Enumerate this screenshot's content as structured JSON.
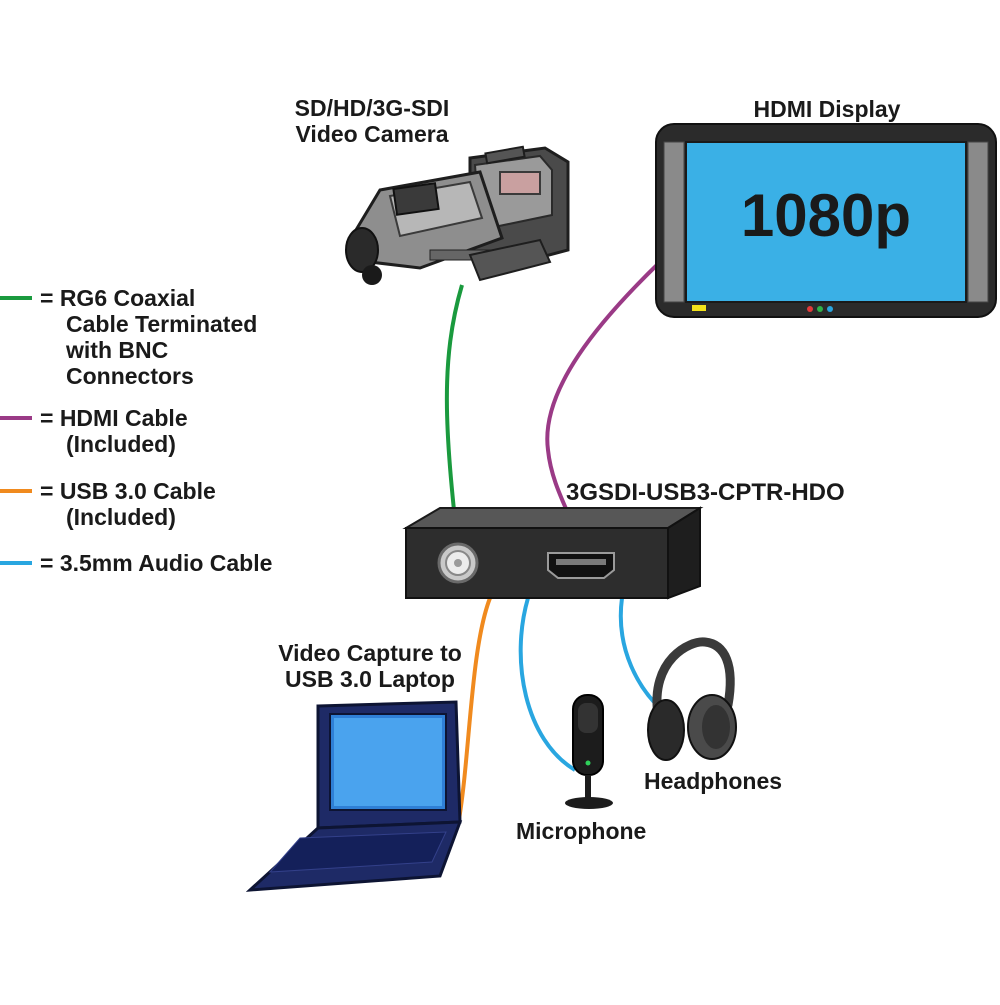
{
  "colors": {
    "coax": "#1a9a3e",
    "hdmi": "#9a3a86",
    "usb": "#f08a1e",
    "audio": "#29a6e0",
    "screen": "#3ab0e6",
    "device": "#2d2d2d"
  },
  "legend": [
    {
      "color_key": "coax",
      "lines": [
        "= RG6 Coaxial",
        "Cable Terminated",
        "with BNC",
        "Connectors"
      ]
    },
    {
      "color_key": "hdmi",
      "lines": [
        "= HDMI Cable",
        "(Included)"
      ]
    },
    {
      "color_key": "usb",
      "lines": [
        "= USB 3.0 Cable",
        "(Included)"
      ]
    },
    {
      "color_key": "audio",
      "lines": [
        "= 3.5mm Audio Cable"
      ]
    }
  ],
  "labels": {
    "camera_line1": "SD/HD/3G-SDI",
    "camera_line2": "Video Camera",
    "display_title": "HDMI Display",
    "display_resolution": "1080p",
    "device_model": "3GSDI-USB3-CPTR-HDO",
    "laptop_line1": "Video Capture to",
    "laptop_line2": "USB 3.0 Laptop",
    "headphones": "Headphones",
    "microphone": "Microphone"
  }
}
